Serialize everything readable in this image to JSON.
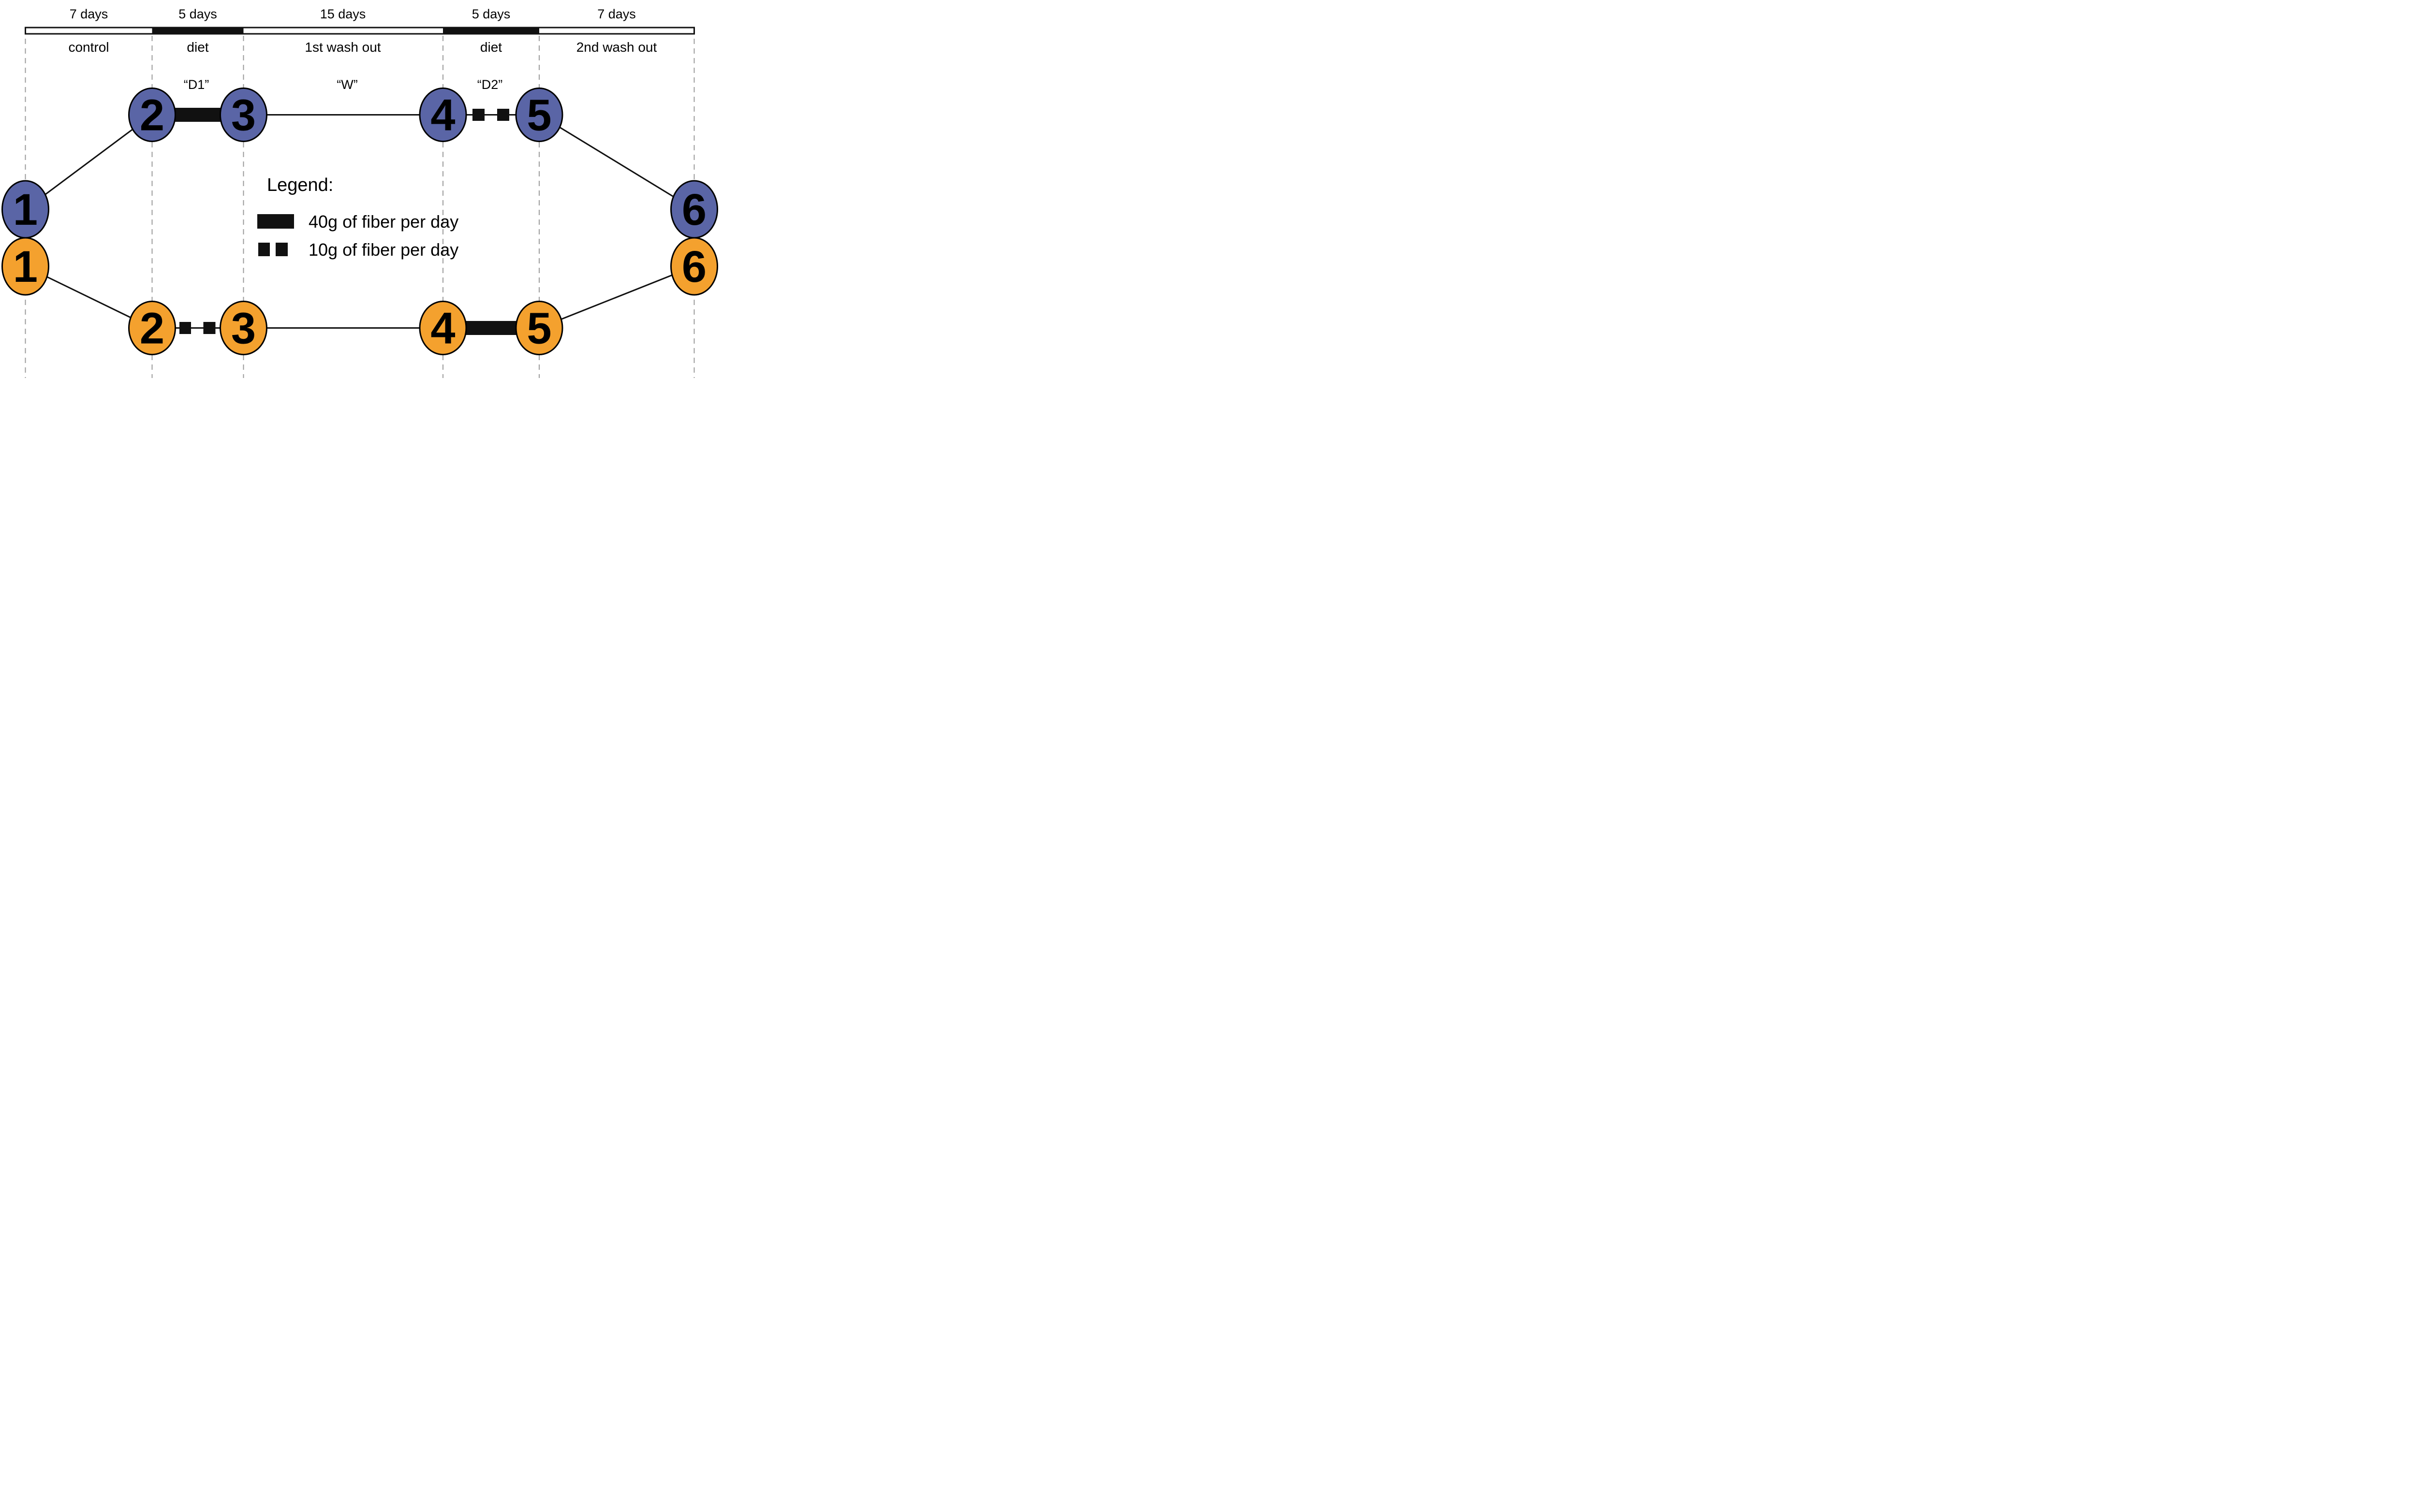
{
  "palette": {
    "blue": "#5A65A6",
    "orange": "#F4A12E",
    "ink": "#111111",
    "dash_gray": "#9B9B9B",
    "node_text": "#FFFFFF"
  },
  "timeline": {
    "phases": [
      {
        "duration": "7 days",
        "label": "control",
        "code": ""
      },
      {
        "duration": "5 days",
        "label": "diet",
        "code": "“D1”"
      },
      {
        "duration": "15 days",
        "label": "1st wash out",
        "code": "“W”"
      },
      {
        "duration": "5 days",
        "label": "diet",
        "code": "“D2”"
      },
      {
        "duration": "7 days",
        "label": "2nd wash out",
        "code": ""
      }
    ]
  },
  "arms": {
    "blue": {
      "nodes": [
        "1",
        "2",
        "3",
        "4",
        "5",
        "6"
      ]
    },
    "orange": {
      "nodes": [
        "1",
        "2",
        "3",
        "4",
        "5",
        "6"
      ]
    }
  },
  "legend": {
    "title": "Legend:",
    "items": [
      {
        "symbol": "thick-bar",
        "label": "40g of fiber per day"
      },
      {
        "symbol": "dashed-squares",
        "label": "10g of fiber per day"
      }
    ]
  }
}
